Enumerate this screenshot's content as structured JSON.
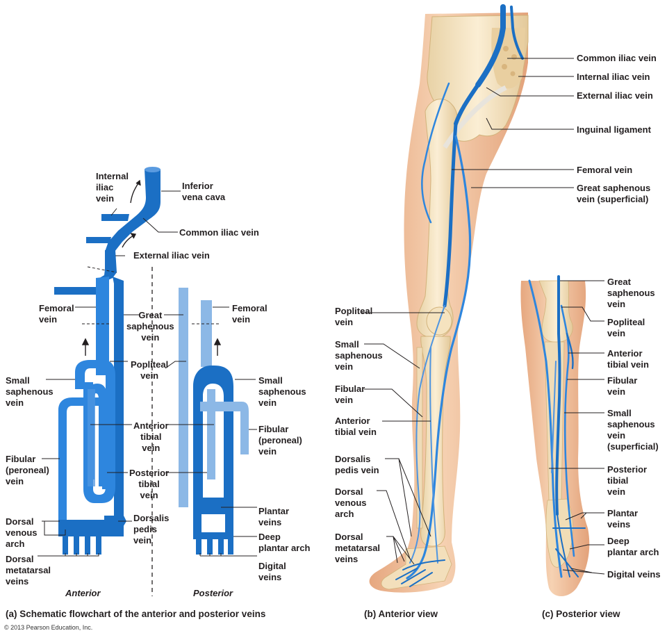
{
  "colors": {
    "vein_dark": "#1b6fc4",
    "vein_mid": "#2e86de",
    "vein_light": "#8cb8e6",
    "vein_pale": "#a9c9ec",
    "skin": "#f3c8a4",
    "skin_shade": "#e5a67e",
    "bone": "#f6e6c6",
    "bone_shade": "#e6cf9f",
    "leader": "#231f20"
  },
  "panel_a": {
    "labels": {
      "internal_iliac": "Internal\niliac\nvein",
      "inferior_vena_cava": "Inferior\nvena cava",
      "common_iliac": "Common iliac vein",
      "external_iliac": "External iliac vein",
      "femoral_left": "Femoral\nvein",
      "great_saphenous": "Great\nsaphenous\nvein",
      "femoral_right": "Femoral\nvein",
      "popliteal": "Popliteal\nvein",
      "small_saphenous_left": "Small\nsaphenous\nvein",
      "small_saphenous_right": "Small\nsaphenous\nvein",
      "anterior_tibial": "Anterior\ntibial\nvein",
      "fibular_left": "Fibular\n(peroneal)\nvein",
      "fibular_right": "Fibular\n(peroneal)\nvein",
      "posterior_tibial": "Posterior\ntibial\nvein",
      "dorsal_venous_arch": "Dorsal\nvenous\narch",
      "dorsalis_pedis": "Dorsalis\npedis\nvein",
      "plantar_veins": "Plantar\nveins",
      "deep_plantar_arch": "Deep\nplantar arch",
      "dorsal_metatarsal": "Dorsal\nmetatarsal\nveins",
      "digital_veins": "Digital\nveins"
    },
    "view_anterior": "Anterior",
    "view_posterior": "Posterior",
    "caption": "(a) Schematic flowchart of the anterior and posterior veins"
  },
  "panel_b": {
    "labels": {
      "common_iliac": "Common iliac vein",
      "internal_iliac": "Internal iliac vein",
      "external_iliac": "External iliac vein",
      "inguinal_ligament": "Inguinal ligament",
      "femoral": "Femoral vein",
      "great_saphenous": "Great saphenous\nvein (superficial)",
      "popliteal": "Popliteal\nvein",
      "small_saphenous": "Small\nsaphenous\nvein",
      "fibular": "Fibular\nvein",
      "anterior_tibial": "Anterior\ntibial vein",
      "dorsalis_pedis": "Dorsalis\npedis vein",
      "dorsal_venous_arch": "Dorsal\nvenous\narch",
      "dorsal_metatarsal": "Dorsal\nmetatarsal\nveins"
    },
    "caption": "(b) Anterior view"
  },
  "panel_c": {
    "labels": {
      "great_saphenous": "Great\nsaphenous\nvein",
      "popliteal": "Popliteal\nvein",
      "anterior_tibial": "Anterior\ntibial vein",
      "fibular": "Fibular\nvein",
      "small_saphenous": "Small\nsaphenous\nvein\n(superficial)",
      "posterior_tibial": "Posterior\ntibial\nvein",
      "plantar_veins": "Plantar\nveins",
      "deep_plantar_arch": "Deep\nplantar arch",
      "digital_veins": "Digital veins"
    },
    "caption": "(c) Posterior view"
  },
  "copyright": "© 2013 Pearson Education, Inc."
}
